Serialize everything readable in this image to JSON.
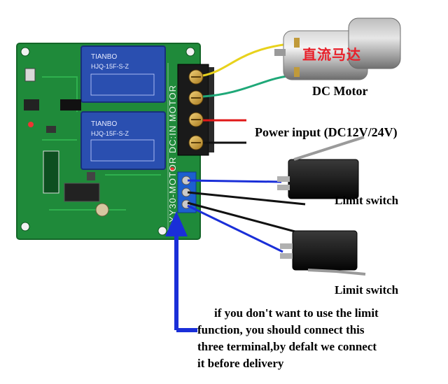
{
  "labels": {
    "dc_motor": "DC Motor",
    "motor_chinese": "直流马达",
    "power_input": "Power input (DC12V/24V)",
    "limit_switch_1": "Limit switch",
    "limit_switch_2": "Limit switch",
    "board_silkscreen": "YY30-MOTOR  DC:IN  MOTOR",
    "relay_brand": "TIANBO",
    "relay_model": "HJQ-15F-S-Z"
  },
  "note": {
    "line1": "if you don't want to use the limit",
    "line2": "function, you should connect this",
    "line3": "three terminal,by defalt we connect",
    "line4": "it before delivery"
  },
  "colors": {
    "pcb": "#1f8a3a",
    "relay": "#2a4fb0",
    "terminal_block_black": "#1a1a1a",
    "terminal_block_blue": "#1d5fd0",
    "wire_red": "#e01818",
    "wire_black": "#111111",
    "wire_blue": "#1a2fd8",
    "wire_yellow": "#e8d21c",
    "wire_green": "#1fa878",
    "arrow": "#1a2fd8",
    "motor_chinese_text": "#e8202a"
  }
}
